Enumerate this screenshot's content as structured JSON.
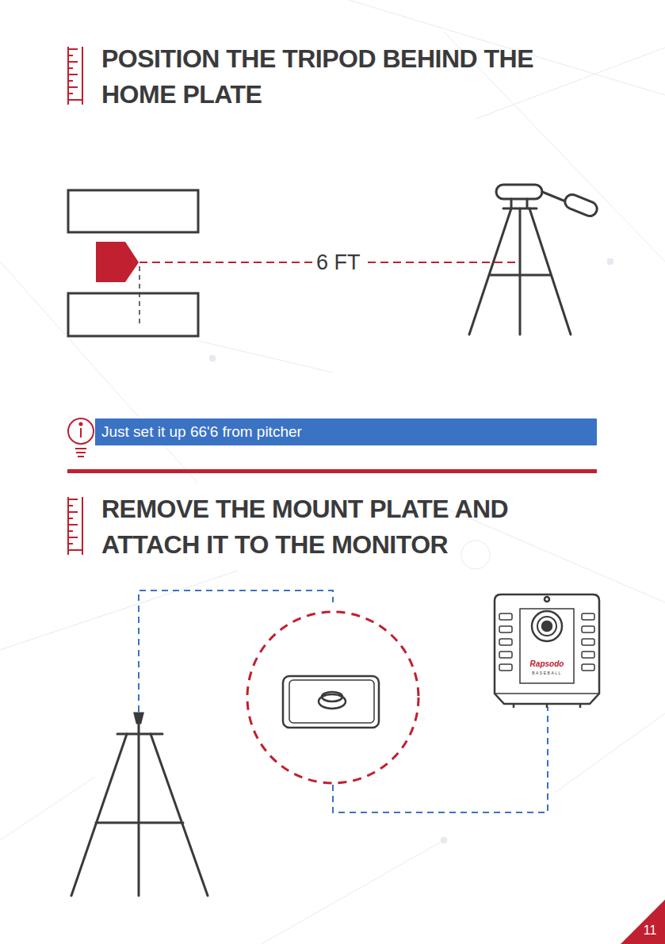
{
  "diagram": {
    "title": "POSITION THE TRIPOD BEHIND THE HOME PLATE",
    "nodes": [
      {
        "text": [
          "Just set it up 66'6 from pitcher"
        ]
      },
      {
        "text": [
          "11"
        ]
      }
    ],
    "labels": [
      "6 FT",
      "REMOVE THE MOUNT PLATE AND ATTACH IT TO THE MONITOR",
      "Rapsodo",
      "BASEBALL"
    ]
  }
}
